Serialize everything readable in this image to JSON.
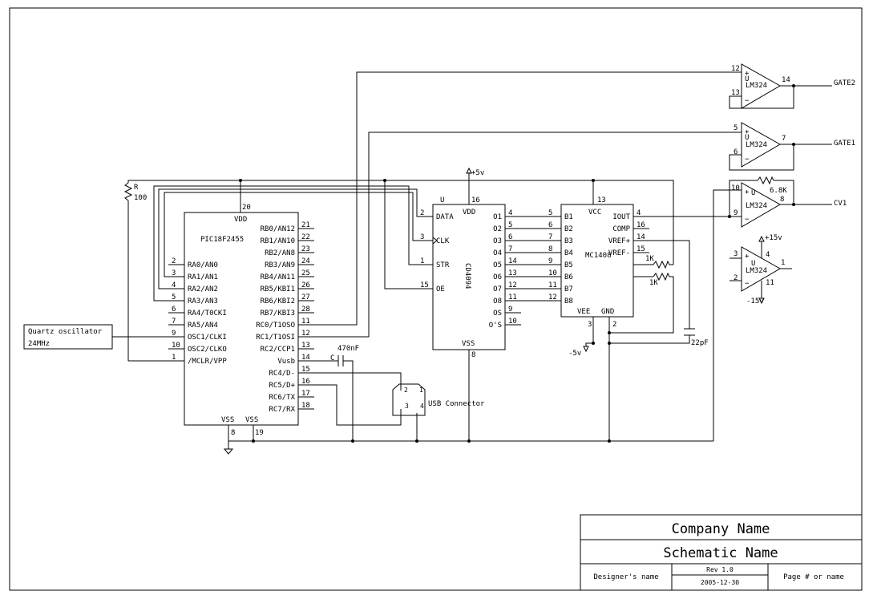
{
  "title_block": {
    "company": "Company Name",
    "schematic": "Schematic Name",
    "designer": "Designer's name",
    "rev": "Rev 1.0",
    "date": "2005-12-30",
    "page": "Page # or name"
  },
  "pic": {
    "name": "PIC18F2455",
    "vdd_label": "VDD",
    "vdd_pin": "20",
    "vss1_label": "VSS",
    "vss2_label": "VSS",
    "vss1_pin": "8",
    "vss2_pin": "19",
    "left_pins": [
      {
        "num": "2",
        "label": "RA0/AN0"
      },
      {
        "num": "3",
        "label": "RA1/AN1"
      },
      {
        "num": "4",
        "label": "RA2/AN2"
      },
      {
        "num": "5",
        "label": "RA3/AN3"
      },
      {
        "num": "6",
        "label": "RA4/T0CKI"
      },
      {
        "num": "7",
        "label": "RA5/AN4"
      },
      {
        "num": "9",
        "label": "OSC1/CLKI"
      },
      {
        "num": "10",
        "label": "OSC2/CLKO"
      },
      {
        "num": "1",
        "label": "/MCLR/VPP"
      }
    ],
    "right_pins": [
      {
        "num": "21",
        "label": "RB0/AN12"
      },
      {
        "num": "22",
        "label": "RB1/AN10"
      },
      {
        "num": "23",
        "label": "RB2/AN8"
      },
      {
        "num": "24",
        "label": "RB3/AN9"
      },
      {
        "num": "25",
        "label": "RB4/AN11"
      },
      {
        "num": "26",
        "label": "RB5/KBI1"
      },
      {
        "num": "27",
        "label": "RB6/KBI2"
      },
      {
        "num": "28",
        "label": "RB7/KBI3"
      },
      {
        "num": "11",
        "label": "RC0/T1OSO"
      },
      {
        "num": "12",
        "label": "RC1/T1OSI"
      },
      {
        "num": "13",
        "label": "RC2/CCP1"
      },
      {
        "num": "14",
        "label": "Vusb"
      },
      {
        "num": "15",
        "label": "RC4/D-"
      },
      {
        "num": "16",
        "label": "RC5/D+"
      },
      {
        "num": "17",
        "label": "RC6/TX"
      },
      {
        "num": "18",
        "label": "RC7/RX"
      }
    ]
  },
  "cd4094": {
    "name": "CD4094",
    "u_label": "U",
    "vdd_label": "VDD",
    "vdd_pin": "16",
    "vss_label": "VSS",
    "vss_pin": "8",
    "left_pins": [
      {
        "num": "2",
        "label": "DATA"
      },
      {
        "num": "3",
        "label": "CLK"
      },
      {
        "num": "1",
        "label": "STR"
      },
      {
        "num": "15",
        "label": "OE"
      }
    ],
    "right_pins": [
      {
        "num": "4",
        "label": "O1"
      },
      {
        "num": "5",
        "label": "O2"
      },
      {
        "num": "6",
        "label": "O3"
      },
      {
        "num": "7",
        "label": "O4"
      },
      {
        "num": "14",
        "label": "O5"
      },
      {
        "num": "13",
        "label": "O6"
      },
      {
        "num": "12",
        "label": "O7"
      },
      {
        "num": "11",
        "label": "O8"
      },
      {
        "num": "9",
        "label": "OS"
      },
      {
        "num": "10",
        "label": "O'S"
      }
    ]
  },
  "mc1408": {
    "name": "MC1408",
    "vcc_label": "VCC",
    "vcc_pin": "13",
    "vee_label": "VEE",
    "vee_pin": "3",
    "gnd_label": "GND",
    "gnd_pin": "2",
    "left_pins": [
      {
        "num": "5",
        "label": "B1"
      },
      {
        "num": "6",
        "label": "B2"
      },
      {
        "num": "7",
        "label": "B3"
      },
      {
        "num": "8",
        "label": "B4"
      },
      {
        "num": "9",
        "label": "B5"
      },
      {
        "num": "10",
        "label": "B6"
      },
      {
        "num": "11",
        "label": "B7"
      },
      {
        "num": "12",
        "label": "B8"
      }
    ],
    "right_pins": [
      {
        "num": "4",
        "label": "IOUT"
      },
      {
        "num": "16",
        "label": "COMP"
      },
      {
        "num": "14",
        "label": "VREF+"
      },
      {
        "num": "15",
        "label": "VREF-"
      }
    ]
  },
  "opamps": [
    {
      "chip": "LM324",
      "u": "U",
      "in_plus": "12",
      "in_minus": "13",
      "out": "14",
      "net": "GATE2"
    },
    {
      "chip": "LM324",
      "u": "U",
      "in_plus": "5",
      "in_minus": "6",
      "out": "7",
      "net": "GATE1"
    },
    {
      "chip": "LM324",
      "u": "U",
      "in_plus": "10",
      "in_minus": "9",
      "out": "8",
      "net": "CV1"
    },
    {
      "chip": "LM324",
      "u": "U",
      "in_plus": "3",
      "in_minus": "2",
      "out": "1",
      "vplus_pin": "4",
      "vminus_pin": "11",
      "vplus": "+15v",
      "vminus": "-15v"
    }
  ],
  "parts": {
    "r_label": "R",
    "r_value": "100",
    "osc_name": "Quartz oscillator",
    "osc_freq": "24MHz",
    "cap_usb": "470nF",
    "cap_usb_ref": "C",
    "usb": "USB Connector",
    "usb_pins": [
      "2",
      "1",
      "3",
      "4"
    ],
    "cap_comp": "22pF",
    "r_fb": "6.8K",
    "r_ref1": "1K",
    "r_ref2": "1K",
    "supply_pos": "+5v",
    "supply_neg": "-5v"
  }
}
